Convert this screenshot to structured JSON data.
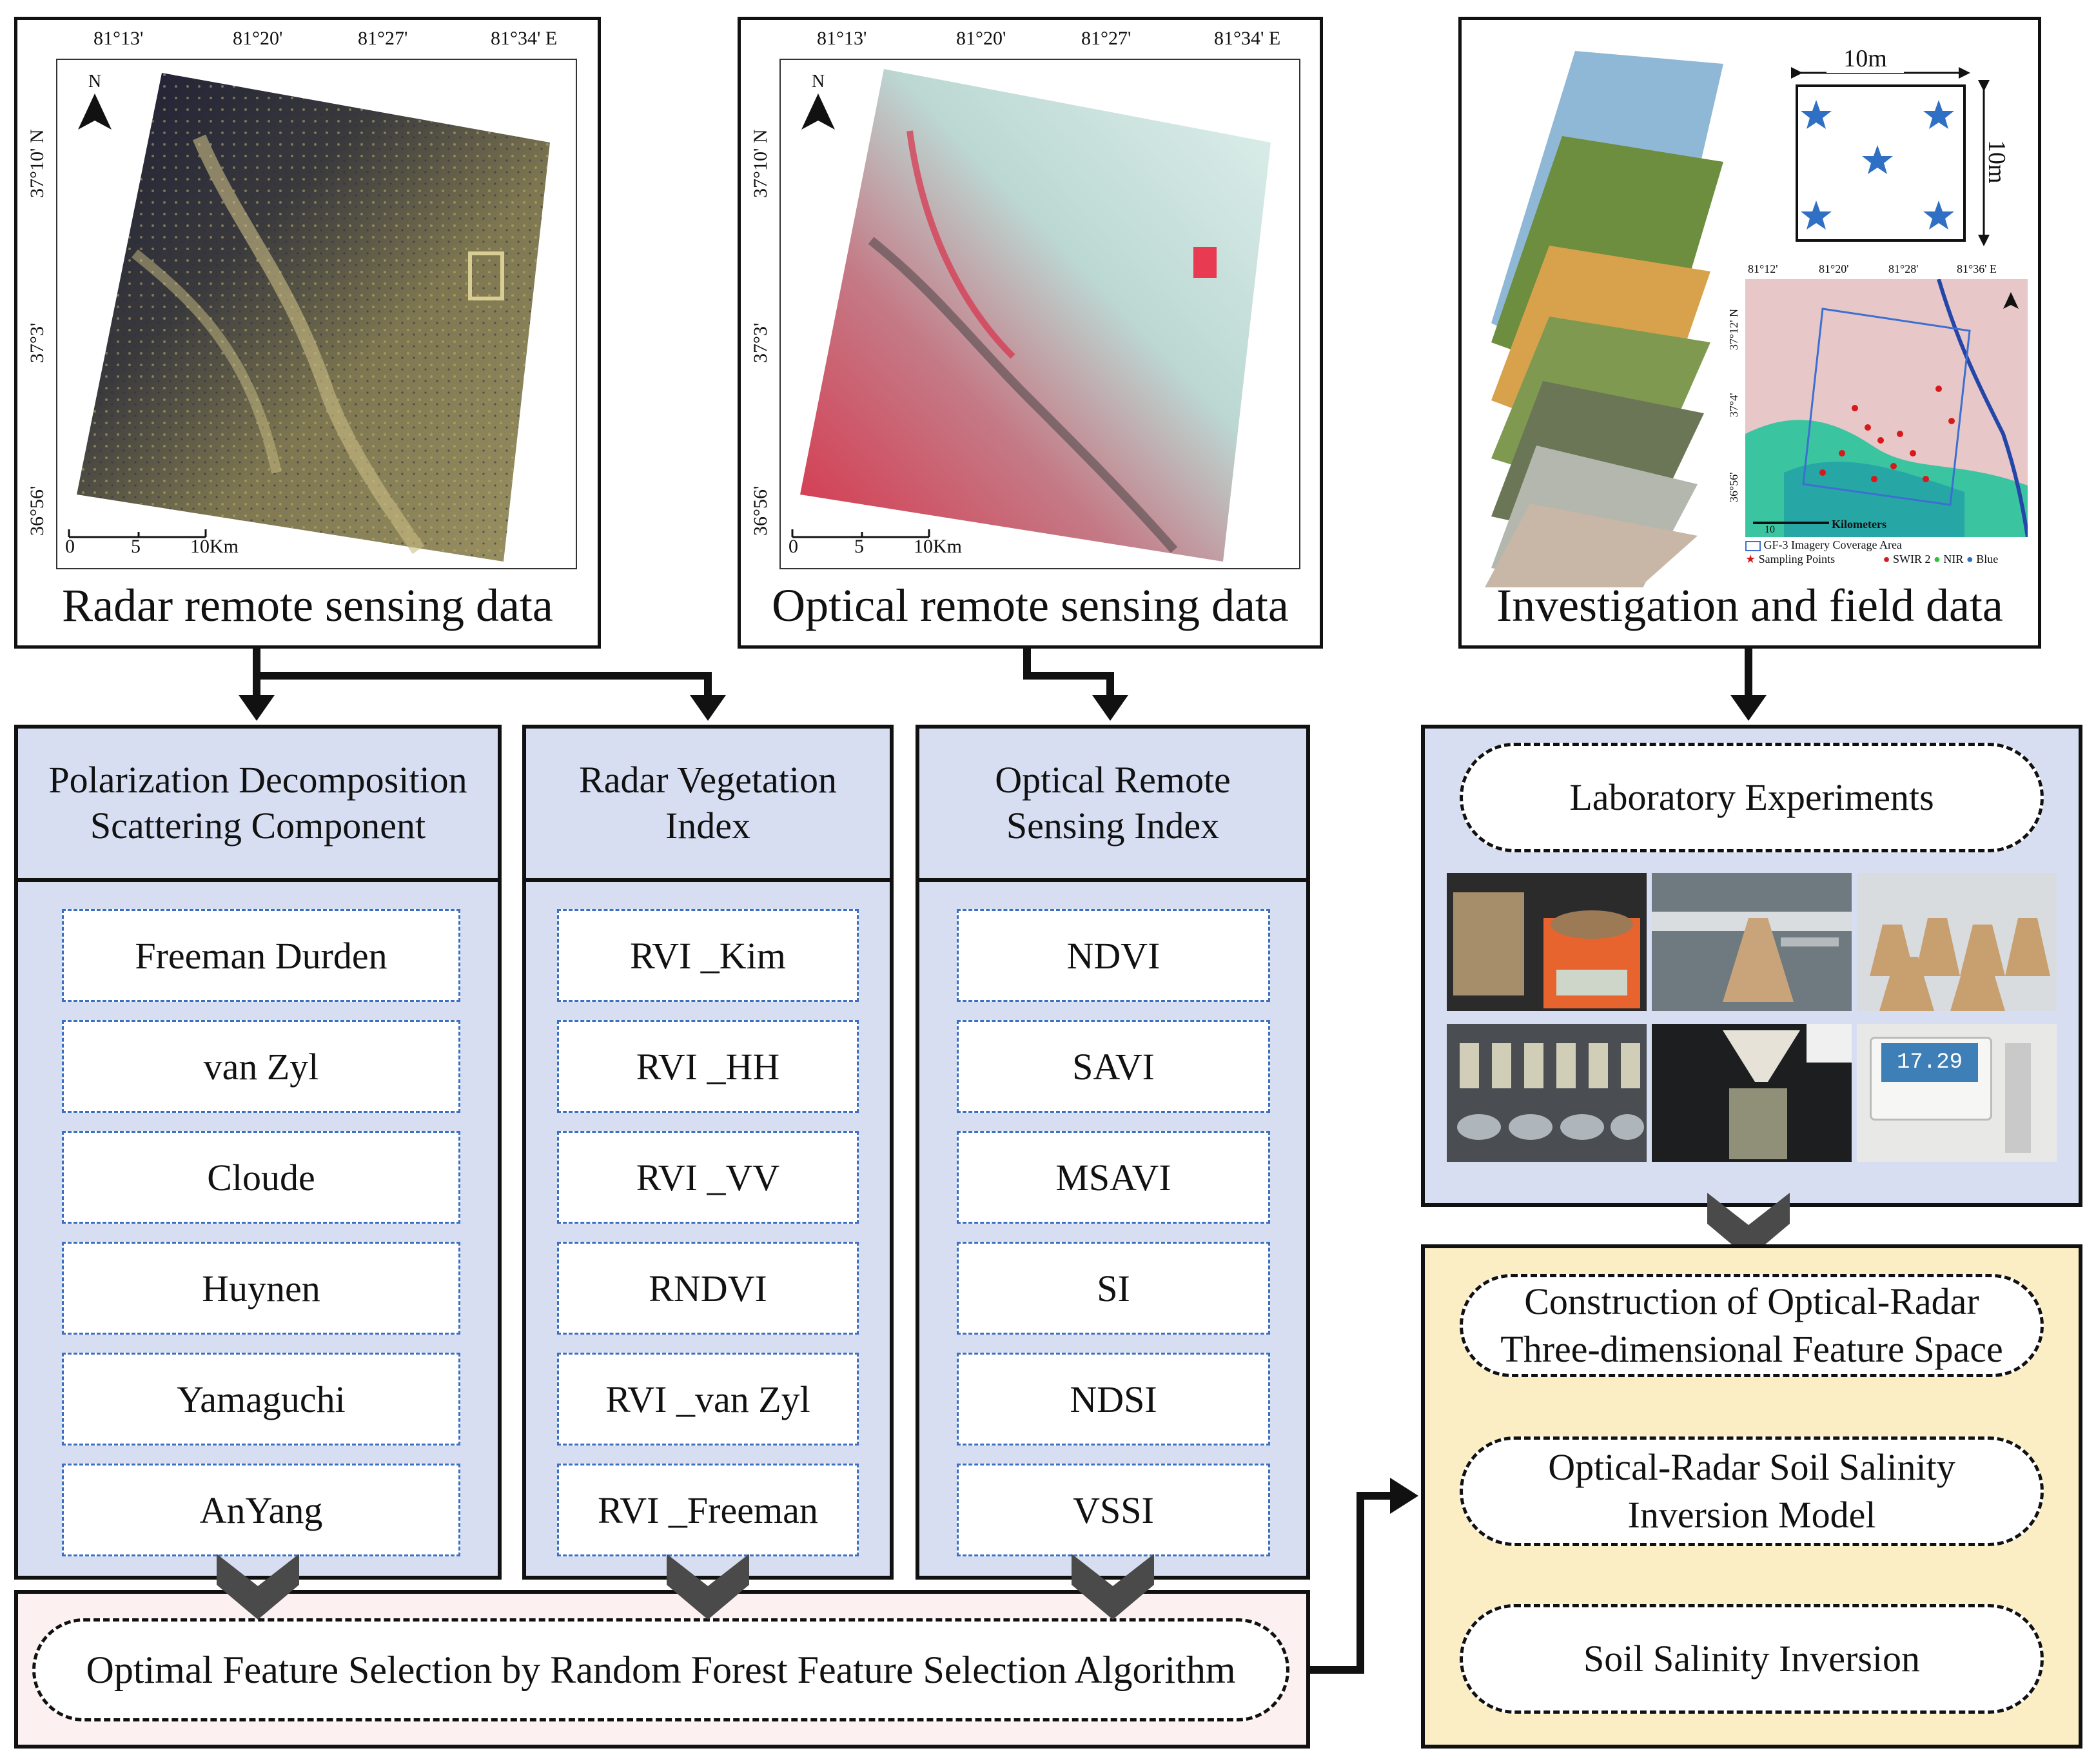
{
  "radar_panel": {
    "caption": "Radar remote sensing data",
    "lon_ticks": [
      "81°13'",
      "81°20'",
      "81°27'",
      "81°34' E"
    ],
    "lat_ticks": [
      "37°10' N",
      "37°3'",
      "36°56'"
    ],
    "north_label": "N",
    "scale_ticks": [
      "0",
      "5",
      "10Km"
    ]
  },
  "optical_panel": {
    "caption": "Optical remote sensing data",
    "lon_ticks": [
      "81°13'",
      "81°20'",
      "81°27'",
      "81°34' E"
    ],
    "lat_ticks": [
      "37°10' N",
      "37°3'",
      "36°56'"
    ],
    "north_label": "N",
    "scale_ticks": [
      "0",
      "5",
      "10Km"
    ]
  },
  "field_panel": {
    "caption": "Investigation and field data",
    "plot_width_label": "10m",
    "plot_height_label": "10m",
    "inset_lon_ticks": [
      "81°12'",
      "81°20'",
      "81°28'",
      "81°36' E"
    ],
    "inset_lat_ticks": [
      "37°12' N",
      "37°4'",
      "36°56'"
    ],
    "inset_scale_number": "10",
    "inset_scale_unit": "Kilometers",
    "legend": {
      "coverage": "GF-3 Imagery Coverage Area",
      "sampling": "Sampling Points",
      "swir2": "SWIR 2",
      "nir": "NIR",
      "blue": "Blue"
    }
  },
  "columns": {
    "polarization": {
      "title_line1": "Polarization Decomposition",
      "title_line2": "Scattering Component",
      "items": [
        "Freeman Durden",
        "van Zyl",
        "Cloude",
        "Huynen",
        "Yamaguchi",
        "AnYang"
      ]
    },
    "radar_vi": {
      "title_line1": "Radar Vegetation",
      "title_line2": "Index",
      "items": [
        "RVI _Kim",
        "RVI _HH",
        "RVI _VV",
        "RNDVI",
        "RVI _van Zyl",
        "RVI _Freeman"
      ]
    },
    "optical_index": {
      "title_line1": "Optical Remote",
      "title_line2": "Sensing Index",
      "items": [
        "NDVI",
        "SAVI",
        "MSAVI",
        "SI",
        "NDSI",
        "VSSI"
      ]
    }
  },
  "lab": {
    "title": "Laboratory Experiments",
    "meter_reading": "17.29"
  },
  "model": {
    "step1_line1": "Construction of Optical-Radar",
    "step1_line2": "Three-dimensional Feature Space",
    "step2_line1": "Optical-Radar Soil Salinity",
    "step2_line2": "Inversion Model",
    "step3": "Soil Salinity Inversion"
  },
  "selection": {
    "label": "Optimal Feature Selection by Random Forest Feature Selection Algorithm"
  },
  "colors": {
    "column_fill": "#d7def2",
    "dashed_item_border": "#3a6fc2",
    "model_fill": "#fbeec5",
    "selection_fill": "#fdf0f0",
    "chevron": "#4a4a4a",
    "star_blue": "#2f6fc4",
    "star_red": "#d7191c"
  }
}
